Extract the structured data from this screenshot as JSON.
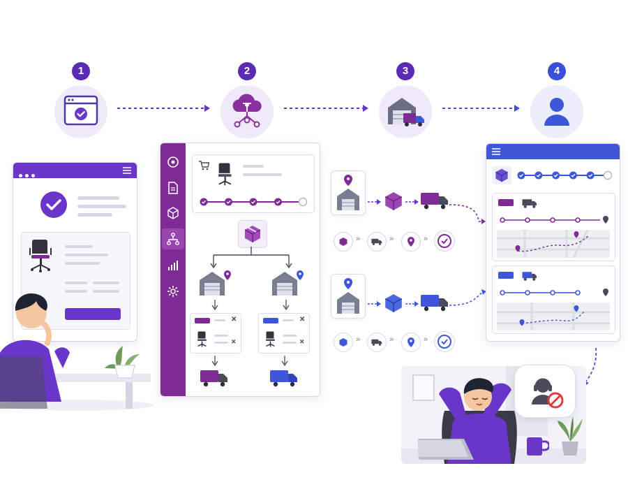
{
  "steps": [
    {
      "number": "1",
      "icon": "browser-check-icon",
      "color": "#5b2bb5"
    },
    {
      "number": "2",
      "icon": "cloud-network-icon",
      "color": "#5b2bb5"
    },
    {
      "number": "3",
      "icon": "warehouse-truck-icon",
      "color": "#5b2bb5"
    },
    {
      "number": "4",
      "icon": "user-icon",
      "color": "#3a4ed8"
    }
  ],
  "colors": {
    "purple": "#7e2b95",
    "violet": "#6a35c9",
    "blue": "#3d57d8",
    "light_purple": "#efe9f9",
    "panel_border": "#dcd6ea"
  },
  "order_window": {
    "menu_icon": "hamburger-icon",
    "status_icon": "check-circle-icon",
    "product_icon": "office-chair-icon"
  },
  "routing_panel": {
    "sidebar_icons": [
      "target-icon",
      "document-icon",
      "box-icon",
      "hierarchy-icon",
      "bar-chart-icon",
      "gear-icon"
    ],
    "order_card": {
      "cart_icon": "cart-icon",
      "product_icon": "office-chair-icon",
      "steps_total": 5,
      "steps_done": 4
    },
    "hub_icon": "package-icon",
    "branches": [
      {
        "color": "#7e2b95",
        "warehouse_icon": "warehouse-icon",
        "truck_icon": "truck-icon"
      },
      {
        "color": "#3d57d8",
        "warehouse_icon": "warehouse-icon",
        "truck_icon": "truck-icon"
      }
    ]
  },
  "fulfillment_flows": [
    {
      "color": "#7e2b95",
      "icons": [
        "warehouse-pin-icon",
        "box-icon",
        "truck-icon"
      ],
      "mini_steps": [
        "box-icon",
        "truck-icon",
        "pin-icon",
        "check-icon"
      ]
    },
    {
      "color": "#3d57d8",
      "icons": [
        "warehouse-pin-icon",
        "box-icon",
        "truck-icon"
      ],
      "mini_steps": [
        "box-icon",
        "truck-icon",
        "pin-icon",
        "check-icon"
      ]
    }
  ],
  "tracking_panel": {
    "menu_icon": "hamburger-icon",
    "header_icon": "package-icon",
    "steps_total": 6,
    "steps_done": 5,
    "shipments": [
      {
        "color": "#7e2b95",
        "truck_icon": "truck-icon",
        "map_icon": "route-map-icon"
      },
      {
        "color": "#3d57d8",
        "truck_icon": "truck-icon",
        "map_icon": "route-map-icon"
      }
    ]
  },
  "relaxed_scene": {
    "badge_icon": "no-support-icon"
  }
}
